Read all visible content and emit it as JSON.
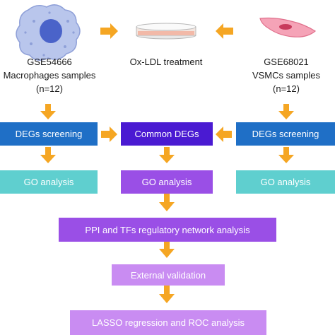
{
  "inputs": {
    "left": {
      "id": "GSE54666",
      "desc": "Macrophages samples",
      "n": "(n=12)"
    },
    "center": {
      "label": "Ox-LDL treatment"
    },
    "right": {
      "id": "GSE68021",
      "desc": "VSMCs samples",
      "n": "(n=12)"
    }
  },
  "boxes": {
    "degs_left": "DEGs screening",
    "common": "Common DEGs",
    "degs_right": "DEGs screening",
    "go_left": "GO analysis",
    "go_center": "GO analysis",
    "go_right": "GO analysis",
    "ppi": "PPI and TFs regulatory network analysis",
    "validation": "External validation",
    "lasso": "LASSO regression and ROC analysis"
  },
  "colors": {
    "arrow": "#f5a623",
    "blue": "#1f6fc6",
    "dark_purple": "#4a1ad2",
    "teal": "#5fcfcf",
    "violet": "#9a4fe6",
    "light_violet": "#c98cf2"
  },
  "icons": {
    "left": "macrophage-cell-icon",
    "center": "petri-dish-icon",
    "right": "vsmc-cell-icon"
  }
}
